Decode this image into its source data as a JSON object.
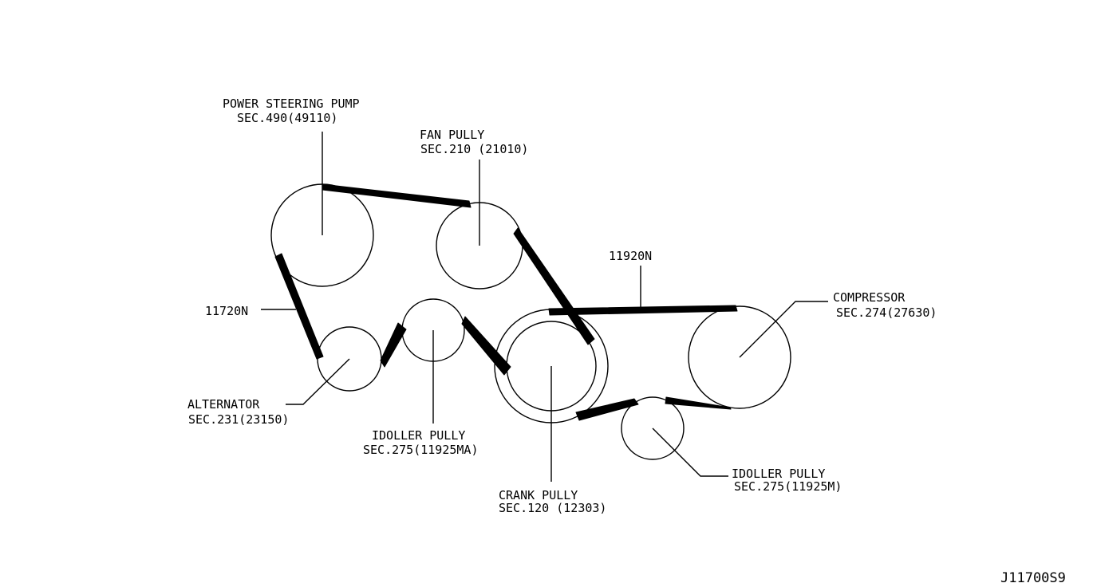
{
  "drawing_id": "J11700S9",
  "belt_part_numbers": {
    "upper_belt": "11720N",
    "lower_belt": "11920N"
  },
  "components": {
    "power_steering_pump": {
      "name": "POWER STEERING PUMP",
      "section": "SEC.490(49110)"
    },
    "fan_pully": {
      "name": "FAN PULLY",
      "section": "SEC.210 (21010)"
    },
    "compressor": {
      "name": "COMPRESSOR",
      "section": "SEC.274(27630)"
    },
    "alternator": {
      "name": "ALTERNATOR",
      "section": "SEC.231(23150)"
    },
    "idoller_pully_upper": {
      "name": "IDOLLER PULLY",
      "section": "SEC.275(11925MA)"
    },
    "crank_pully": {
      "name": "CRANK PULLY",
      "section": "SEC.120 (12303)"
    },
    "idoller_pully_lower": {
      "name": "IDOLLER PULLY",
      "section": "SEC.275(11925M)"
    }
  }
}
